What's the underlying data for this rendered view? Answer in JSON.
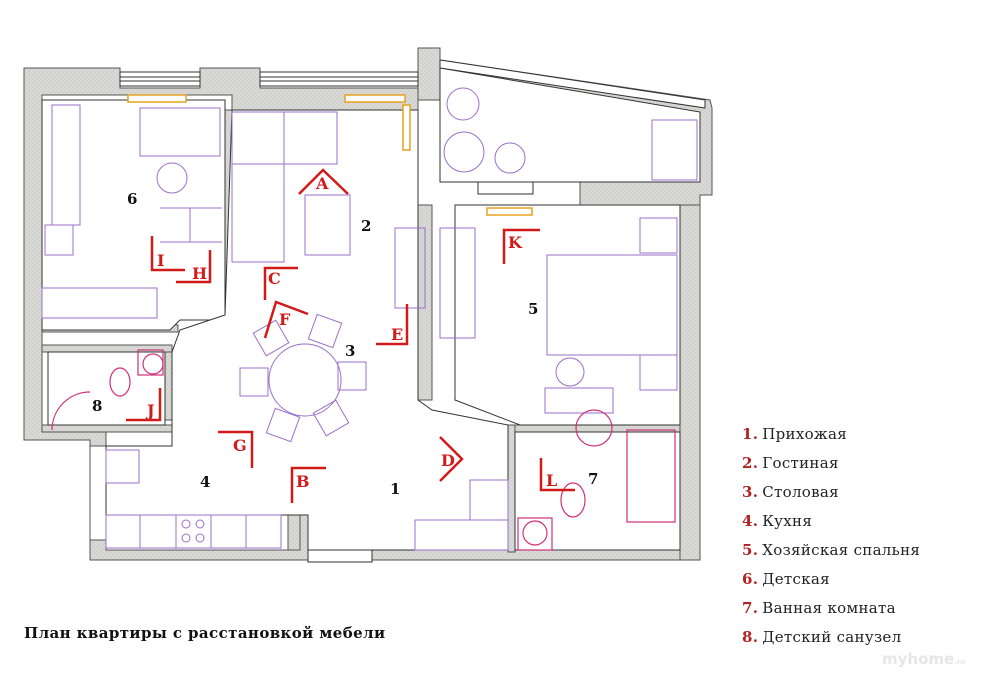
{
  "caption": "План квартиры с расстановкой мебели",
  "legend": [
    {
      "num": "1.",
      "label": "Прихожая"
    },
    {
      "num": "2.",
      "label": "Гостиная"
    },
    {
      "num": "3.",
      "label": "Столовая"
    },
    {
      "num": "4.",
      "label": "Кухня"
    },
    {
      "num": "5.",
      "label": "Хозяйская спальня"
    },
    {
      "num": "6.",
      "label": "Детская"
    },
    {
      "num": "7.",
      "label": "Ванная комната"
    },
    {
      "num": "8.",
      "label": "Детский санузел"
    }
  ],
  "room_numbers": {
    "r1": "1",
    "r2": "2",
    "r3": "3",
    "r4": "4",
    "r5": "5",
    "r6": "6",
    "r7": "7",
    "r8": "8"
  },
  "view_markers": {
    "A": "A",
    "B": "B",
    "C": "C",
    "D": "D",
    "E": "E",
    "F": "F",
    "G": "G",
    "H": "H",
    "I": "I",
    "J": "J",
    "K": "K",
    "L": "L"
  },
  "watermark": {
    "text": "myhome",
    "suffix": ".ru"
  },
  "colors": {
    "wall": "#d9d9d6",
    "furniture": "#9b6fc9",
    "plumbing": "#d0307a",
    "radiator": "#e8a020",
    "marker": "#d11a1a",
    "legend_num": "#b22222"
  }
}
